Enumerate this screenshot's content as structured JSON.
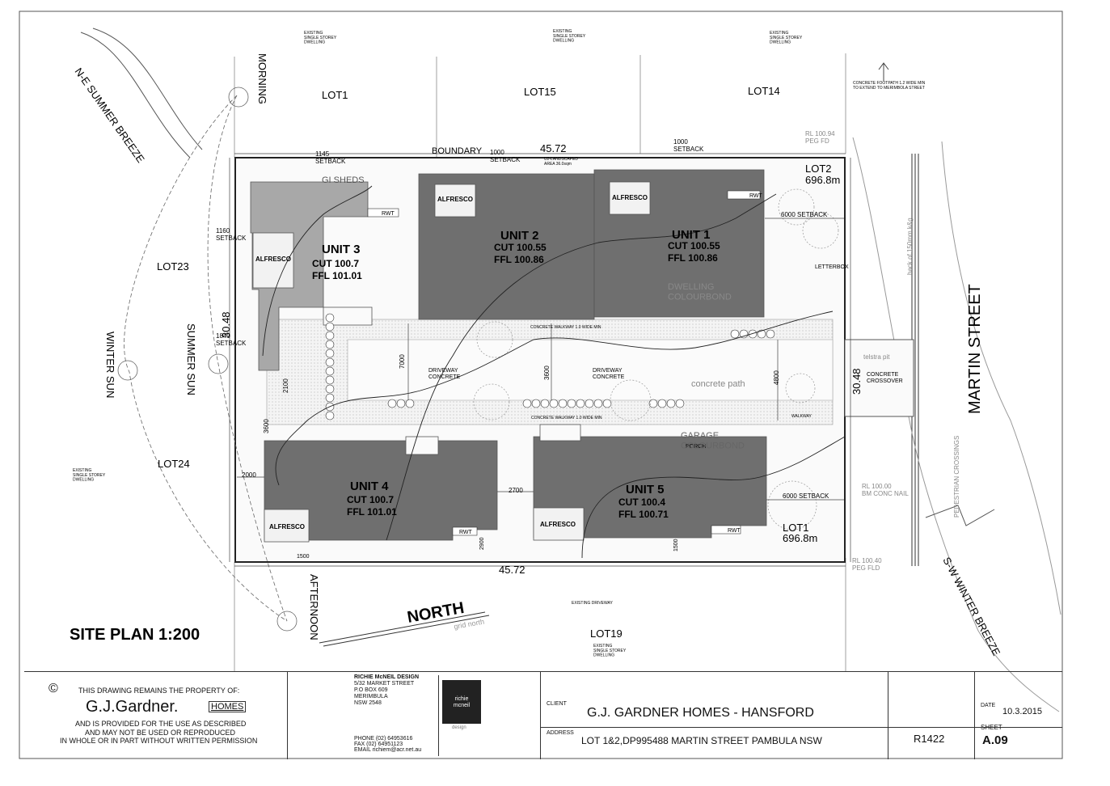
{
  "plan": {
    "title": "SITE PLAN 1:200",
    "north": "NORTH",
    "grid_north": "grid north",
    "boundary": "BOUNDARY",
    "dim_top": "45.72",
    "dim_bottom": "45.72",
    "dim_left": "30.48",
    "dim_right": "30.48",
    "street": "MARTIN STREET",
    "sun_morning": "MORNING",
    "sun_afternoon": "AFTERNOON",
    "winter_sun": "WINTER  SUN",
    "summer_sun": "SUMMER  SUN",
    "ne_breeze": "N-E SUMMER BREEZE",
    "sw_breeze": "S-W WINTER BREEZE",
    "lots": {
      "lot1_top": "LOT1",
      "lot15": "LOT15",
      "lot14": "LOT14",
      "lot23": "LOT23",
      "lot24": "LOT24",
      "lot19": "LOT19",
      "lot2": "LOT2",
      "lot2_area": "696.8m",
      "lot1_right": "LOT1",
      "lot1_area": "696.8m"
    },
    "neighbours": {
      "existing_dwelling": "EXISTING\nSINGLE STOREY\nDWELLING",
      "existing_driveway": "EXISTING DRIVEWAY"
    },
    "units": [
      {
        "name": "UNIT 1",
        "cut": "CUT 100.55",
        "ffl": "FFL 100.86"
      },
      {
        "name": "UNIT 2",
        "cut": "CUT 100.55",
        "ffl": "FFL 100.86"
      },
      {
        "name": "UNIT 3",
        "cut": "CUT 100.7",
        "ffl": "FFL 101.01"
      },
      {
        "name": "UNIT 4",
        "cut": "CUT 100.7",
        "ffl": "FFL 101.01"
      },
      {
        "name": "UNIT 5",
        "cut": "CUT 100.4",
        "ffl": "FFL 100.71"
      }
    ],
    "features": {
      "alfresco": "ALFRESCO",
      "gi_sheds": "GI SHEDS",
      "rwt": "RWT",
      "driveway": "DRIVEWAY\nCONCRETE",
      "concrete_path": "concrete path",
      "porch": "PORCH",
      "garage": "GARAGE\nCOLOURBOND",
      "dwelling": "DWELLING\nCOLOURBOND",
      "letterbox": "LETTERBOX",
      "crossover": "CONCRETE\nCROSSOVER",
      "walkway": "CONCRETE WALKWAY 1.0 WIDE MIN",
      "walkway_short": "WALKWAY",
      "footpath": "CONCRETE FOOTPATH 1.2 WIDE MIN\nTO EXTEND TO MERIMBOLA STREET",
      "landscaped": "U2-LANDSCAPED\nAREA 36.0sqm",
      "ped_crossing": "PEDESTRIAN CROSSINGS",
      "kerb": "back of 150mm k&g",
      "rl_top": "RL 100.94\nPEG FD",
      "rl_mid": "RL 100.00\nBM CONC NAIL",
      "rl_bottom": "RL 100.40\nPEG FLD",
      "telstra": "telstra pit"
    },
    "setbacks": {
      "s1145": "1145\nSETBACK",
      "s1000a": "1000\nSETBACK",
      "s1000b": "1000\nSETBACK",
      "s1160": "1160\nSETBACK",
      "s1840": "1840\nSETBACK",
      "s6000a": "6000 SETBACK",
      "s6000b": "6000 SETBACK",
      "d2000": "2000",
      "d2100": "2100",
      "d3600a": "3600",
      "d7000": "7000",
      "d3600b": "3600",
      "d4800": "4800",
      "d2700": "2700",
      "d1500a": "1500",
      "d1500b": "1500",
      "d2900": "2900"
    }
  },
  "title_block": {
    "copyright": "©",
    "property_line": "THIS DRAWING REMAINS THE PROPERTY OF:",
    "company": "G.J.Gardner.",
    "company_tag": "HOMES",
    "use_line1": "AND IS PROVIDED FOR THE USE AS DESCRIBED",
    "use_line2": "AND MAY NOT BE USED OR REPRODUCED",
    "use_line3": "IN WHOLE OR IN PART WITHOUT WRITTEN PERMISSION",
    "designer": "RICHIE McNEIL DESIGN",
    "designer_addr1": "5/32 MARKET STREET",
    "designer_addr2": "P.O BOX 609",
    "designer_addr3": "MERIMBULA",
    "designer_addr4": "NSW     2548",
    "phone": "PHONE (02) 64953616",
    "fax": "FAX       (02) 64951123",
    "email": "EMAIL   richiem@acr.net.au",
    "logo_text1": "richie",
    "logo_text2": "mcneil",
    "logo_text3": "design",
    "client_label": "CLIENT",
    "client": "G.J. GARDNER HOMES - HANSFORD",
    "address_label": "ADDRESS",
    "address": "LOT 1&2,DP995488 MARTIN STREET  PAMBULA NSW",
    "job": "R1422",
    "date_label": "DATE",
    "date": "10.3.2015",
    "sheet_label": "SHEET",
    "sheet": "A.09"
  }
}
